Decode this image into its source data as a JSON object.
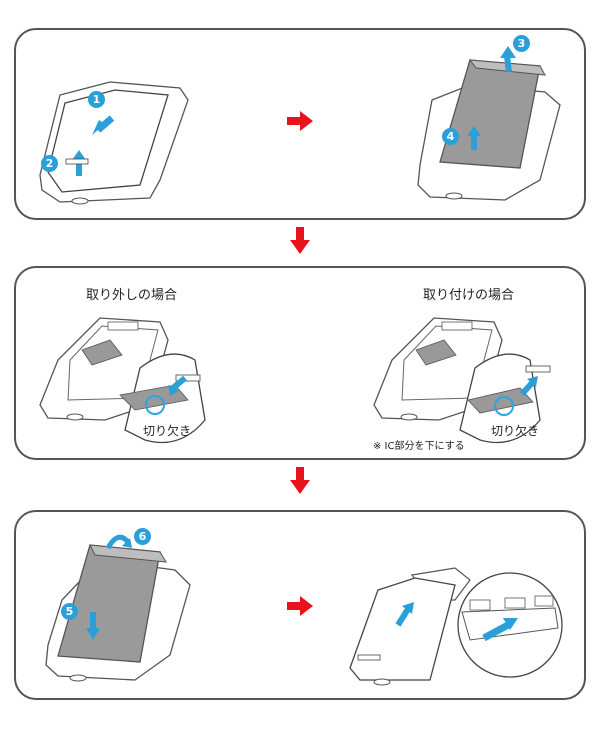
{
  "steps": {
    "s1": "1",
    "s2": "2",
    "s3": "3",
    "s4": "4",
    "s5": "5",
    "s6": "6"
  },
  "middle": {
    "remove_title": "取り外しの場合",
    "attach_title": "取り付けの場合",
    "notch_label_left": "切り欠き",
    "notch_label_right": "切り欠き",
    "ic_note": "※ IC部分を下にする"
  },
  "colors": {
    "accent_blue": "#2a9fd8",
    "arrow_red": "#e8141c",
    "outline": "#555555",
    "battery_gray": "#9a9a9a"
  }
}
